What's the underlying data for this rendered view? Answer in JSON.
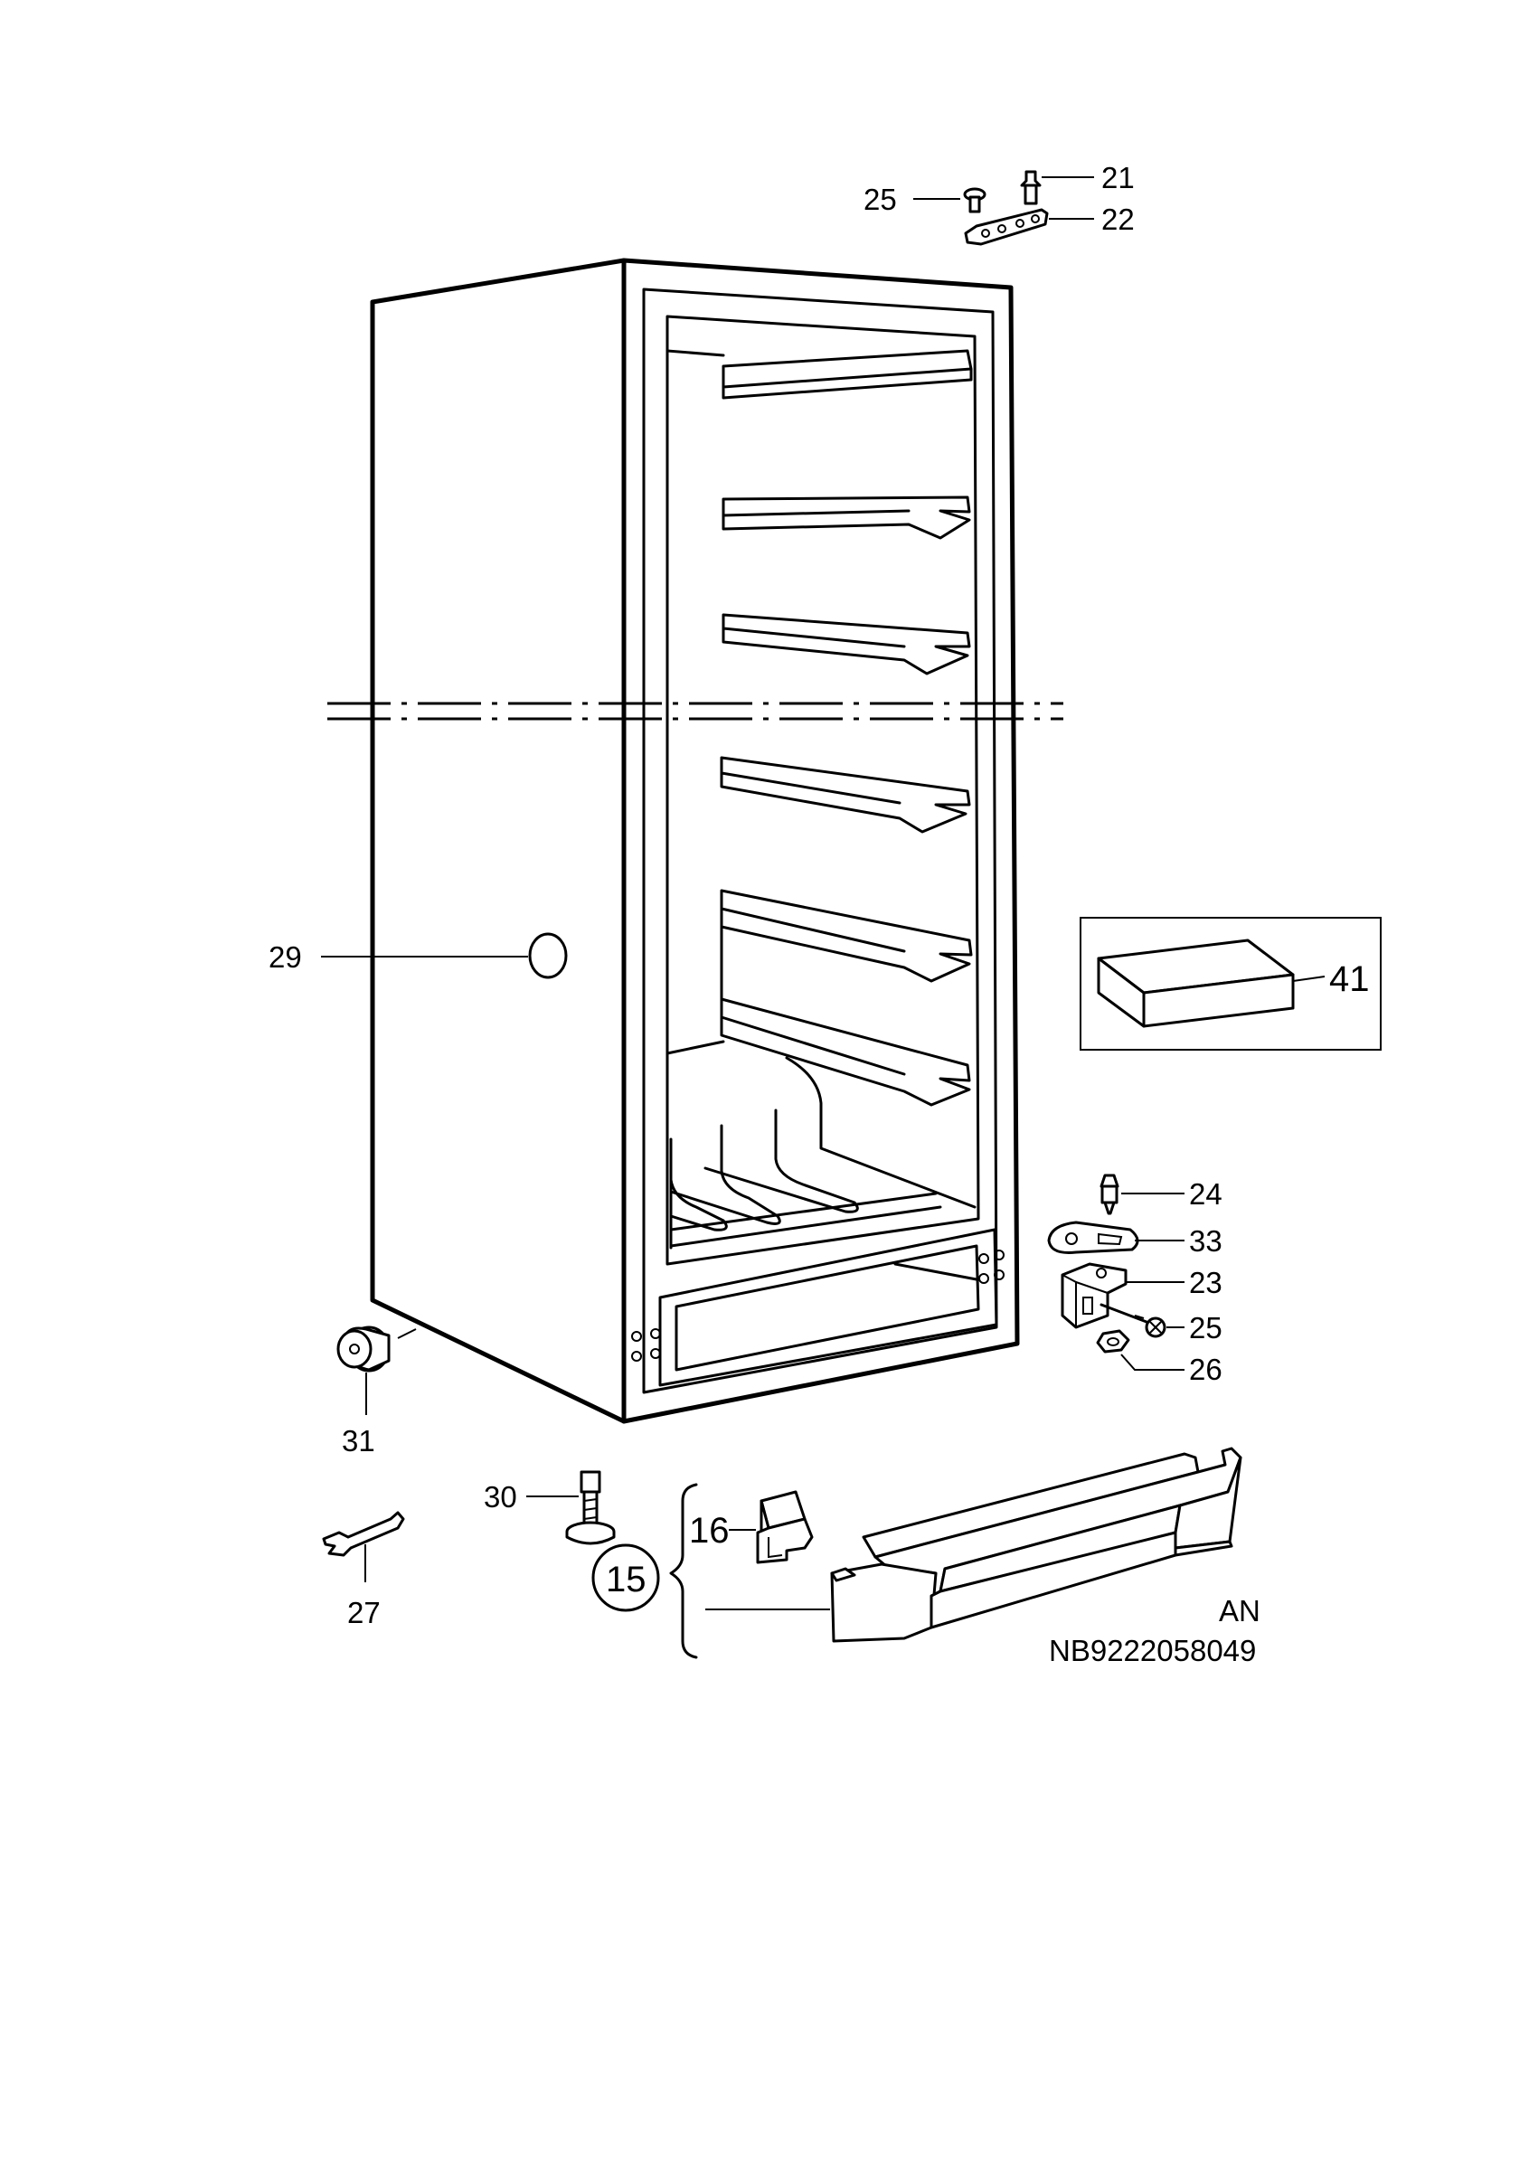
{
  "labels": {
    "p21": "21",
    "p22": "22",
    "p25_top": "25",
    "p29": "29",
    "p41": "41",
    "p24": "24",
    "p33": "33",
    "p23": "23",
    "p25_right": "25",
    "p26": "26",
    "p31": "31",
    "p30": "30",
    "p16": "16",
    "p15": "15",
    "p27": "27"
  },
  "footer": {
    "code_an": "AN",
    "drawing_number": "NB9222058049"
  }
}
